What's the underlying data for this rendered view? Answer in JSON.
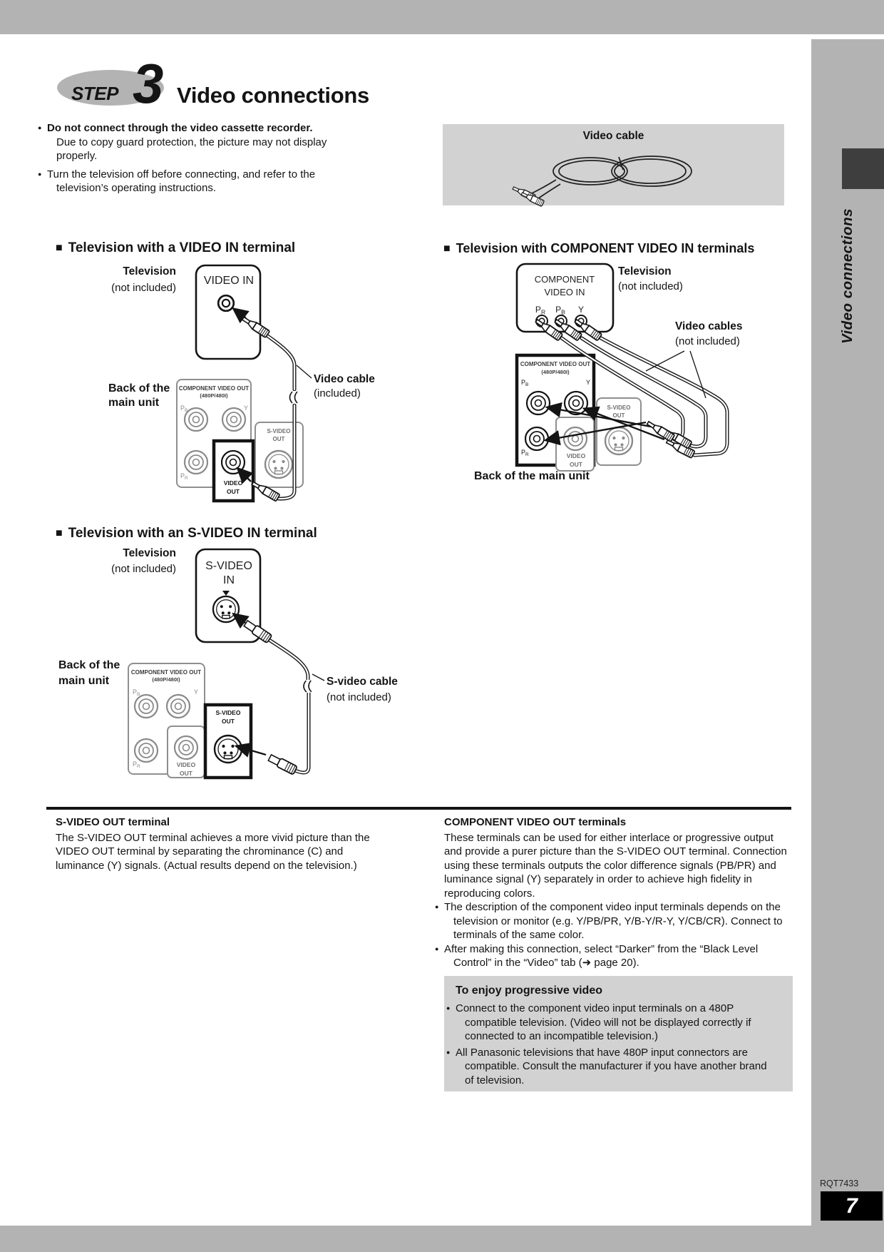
{
  "page": {
    "step_label": "STEP",
    "step_number": "3",
    "title": "Video connections",
    "sidebar_label": "Video connections",
    "footer_code": "RQT7433",
    "page_number": "7"
  },
  "glyphs": {
    "bullet": "●",
    "square": "■"
  },
  "intro": {
    "b1_bold": "Do not connect through the video cassette recorder.",
    "b1_rest": "Due to copy guard protection, the picture may not display properly.",
    "b2": "Turn the television off before connecting, and refer to the television’s operating instructions."
  },
  "cable_box": {
    "label": "Video cable"
  },
  "sec_video_in": {
    "heading": "Television with a VIDEO IN terminal",
    "tv_label_bold": "Television",
    "tv_label_rest": "(not included)",
    "terminal": "VIDEO IN",
    "back_l1": "Back of the",
    "back_l2": "main unit",
    "cable_bold": "Video cable",
    "cable_rest": "(included)"
  },
  "sec_component": {
    "heading": "Television with COMPONENT VIDEO IN terminals",
    "tv_label_bold": "Television",
    "tv_label_rest": "(not included)",
    "terminal_l1": "COMPONENT",
    "terminal_l2": "VIDEO IN",
    "jack_pr": {
      "m": "P",
      "s": "R"
    },
    "jack_pb": {
      "m": "P",
      "s": "B"
    },
    "jack_y": "Y",
    "cable_bold": "Video cables",
    "cable_rest": "(not included)",
    "back": "Back of the main unit"
  },
  "sec_svideo": {
    "heading": "Television with an S-VIDEO IN terminal",
    "tv_label_bold": "Television",
    "tv_label_rest": "(not included)",
    "terminal_l1": "S-VIDEO",
    "terminal_l2": "IN",
    "back_l1": "Back of the",
    "back_l2": "main unit",
    "cable_bold": "S-video cable",
    "cable_rest": "(not included)"
  },
  "panel": {
    "title_l1": "COMPONENT VIDEO OUT",
    "title_l2": "(480P/480I)",
    "pb": {
      "m": "P",
      "s": "B"
    },
    "pr": {
      "m": "P",
      "s": "R"
    },
    "y": "Y",
    "video_l1": "VIDEO",
    "video_l2": "OUT",
    "svideo_l1": "S-VIDEO",
    "svideo_l2": "OUT"
  },
  "notes": {
    "left_heading": "S-VIDEO OUT terminal",
    "left_body": "The S-VIDEO OUT terminal achieves a more vivid picture than the VIDEO OUT terminal by separating the chrominance (C) and luminance (Y) signals. (Actual results depend on the television.)",
    "right_heading": "COMPONENT VIDEO OUT terminals",
    "right_body": "These terminals can be used for either interlace or progressive output and provide a purer picture than the S-VIDEO OUT terminal. Connection using these terminals outputs the color difference signals (PB/PR) and luminance signal (Y) separately in order to achieve high fidelity in reproducing colors.",
    "right_b1": "The description of the component video input terminals depends on the television or monitor (e.g. Y/PB/PR, Y/B-Y/R-Y, Y/CB/CR). Connect to terminals of the same color.",
    "right_b2": "After making this connection, select “Darker” from the “Black Level Control” in the “Video” tab (➜ page 20)."
  },
  "progressive": {
    "heading": "To enjoy progressive video",
    "b1": "Connect to the component video input terminals on a 480P compatible television. (Video will not be displayed correctly if connected to an incompatible television.)",
    "b2": "All Panasonic televisions that have 480P input connectors are compatible. Consult the manufacturer if you have another brand of television."
  },
  "colors": {
    "band_gray": "#b3b3b3",
    "box_gray": "#d2d2d2",
    "tab_dark": "#3e3e3e",
    "ink": "#141414",
    "panel_gray": "#8a8a8a"
  }
}
